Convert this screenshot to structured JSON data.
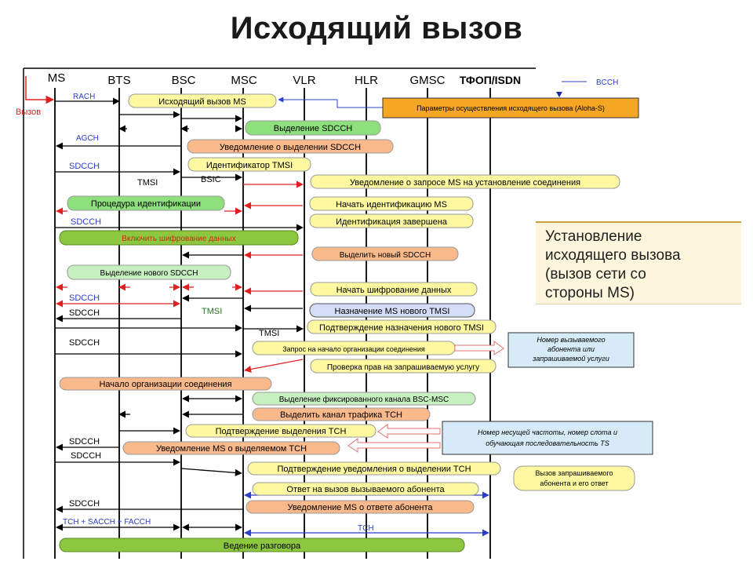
{
  "title": "Исходящий вызов",
  "entities": [
    "MS",
    "BTS",
    "BSC",
    "MSC",
    "VLR",
    "HLR",
    "GMSC",
    "ТФОП/ISDN"
  ],
  "start_label": "Вызов",
  "bcch_label": "BCCH",
  "side_note": [
    "Установление",
    "исходящего вызова",
    "(вызов сети со",
    "стороны MS)"
  ],
  "labels": {
    "rach": "RACH",
    "agch": "AGCH",
    "sdcch1": "SDCCH",
    "tmsi1": "TMSI",
    "bsic": "BSIC",
    "sdcch2": "SDCCH",
    "sdcch3": "SDCCH",
    "sdcch4": "SDCCH",
    "tmsi2": "TMSI",
    "tmsi3": "TMSI",
    "sdcch5": "SDCCH",
    "sdcch6": "SDCCH",
    "sdcch7": "SDCCH",
    "sdcch8": "SDCCH",
    "tch_sacch": "TCH + SACCH + FACCH",
    "tch": "TCH"
  },
  "boxes": {
    "b1": "Исходящий вызов MS",
    "b2": "Параметры осуществления исходящего вызова (Aloha-S)",
    "b3": "Выделение SDCCH",
    "b4": "Уведомление о выделении SDCCH",
    "b5": "Идентификатор TMSI",
    "b6": "Уведомление о запросе MS на установление соединения",
    "b7": "Процедура идентификации",
    "b8": "Начать идентификацию MS",
    "b9": "Идентификация завершена",
    "b10": "Включить шифрование данных",
    "b11": "Выделить новый SDCCH",
    "b12": "Выделение нового SDCCH",
    "b13": "Начать шифрование данных",
    "b14": "Назначение MS нового TMSI",
    "b15": "Подтверждение назначения нового TMSI",
    "b16": "Запрос на начало организации соединения",
    "b17": "Проверка прав на запрашиваемую услугу",
    "b18": "Начало организации соединения",
    "b19": "Выделение фиксированного канала BSC-MSC",
    "b20": "Выделить канал трафика TCH",
    "b21": "Подтверждение выделения TCH",
    "b22": "Уведомление MS о выделяемом TCH",
    "b23": "Подтверждение уведомления о выделении TCH",
    "b24": "Ответ на вызов вызываемого абонента",
    "b25": "Уведомление MS о ответе абонента",
    "b26": "Ведение разговора"
  },
  "notes": {
    "n1": [
      "Номер вызываемого",
      "абонента или",
      "запрашиваемой услуги"
    ],
    "n2": [
      "Номер несущей частоты, номер слота и",
      "обучающая последовательность TS"
    ],
    "n3": [
      "Вызов запрашиваемого",
      "абонента и его ответ"
    ]
  }
}
